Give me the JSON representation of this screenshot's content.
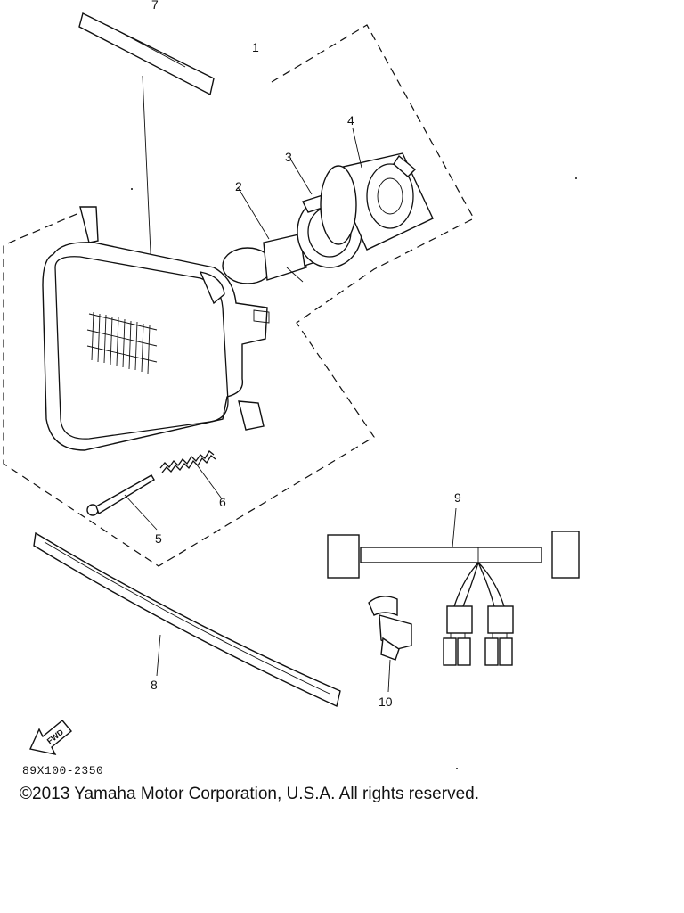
{
  "callouts": {
    "c1": "1",
    "c2": "2",
    "c3": "3",
    "c4": "4",
    "c5": "5",
    "c6": "6",
    "c7": "7",
    "c8": "8",
    "c9": "9",
    "c10": "10"
  },
  "forward_marker": "FWD",
  "diagram_code": "89X100-2350",
  "copyright": "©2013 Yamaha Motor Corporation, U.S.A. All rights reserved."
}
